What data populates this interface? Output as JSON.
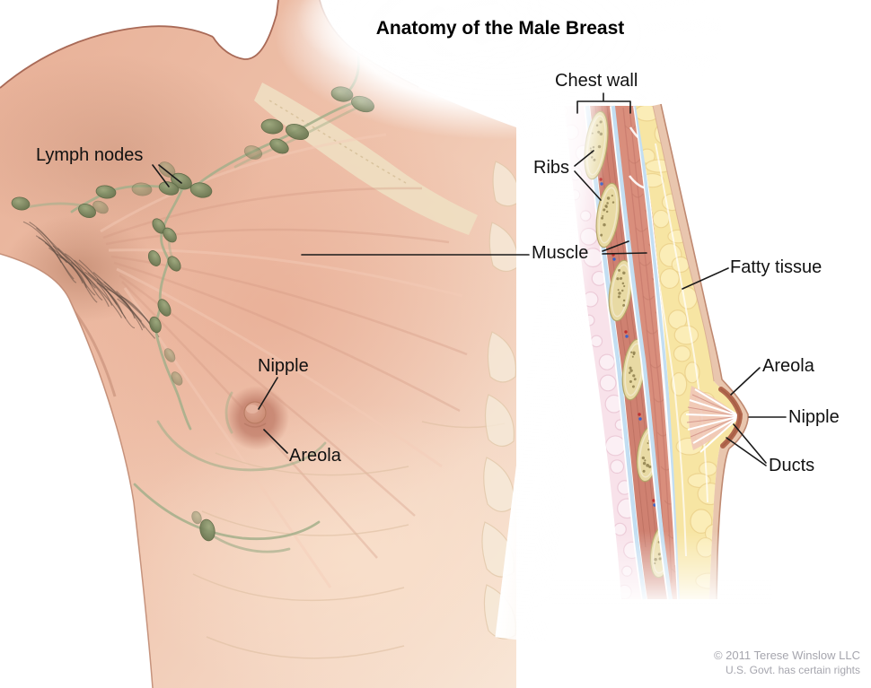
{
  "title": "Anatomy of the Male Breast",
  "left_panel": {
    "description": "male torso with lymphatic chains",
    "labels": {
      "lymph_nodes": "Lymph nodes",
      "nipple": "Nipple",
      "areola": "Areola"
    }
  },
  "right_panel": {
    "description": "sagittal cross-section of male breast",
    "labels": {
      "chest_wall": "Chest wall",
      "ribs": "Ribs",
      "muscle": "Muscle",
      "fatty_tissue": "Fatty tissue",
      "areola": "Areola",
      "nipple": "Nipple",
      "ducts": "Ducts"
    }
  },
  "credit": {
    "line1": "© 2011 Terese Winslow LLC",
    "line2": "U.S. Govt. has certain rights"
  },
  "colors": {
    "skin": "#eebfa7",
    "skin_shadow": "#d79a82",
    "skin_highlight": "#f7e3d3",
    "lymph_node": "#7a8760",
    "lymph_vessel": "#a3af8b",
    "muscle_red": "#d98e7c",
    "rib_tan": "#e8daa4",
    "fascia_blue": "#c3def2",
    "fat_yellow": "#f7e5a3",
    "areola_brown": "#b2684e",
    "bubbly_pink": "#f8e2ea",
    "label_text": "#111111",
    "credit_text": "#a6a6ae"
  }
}
